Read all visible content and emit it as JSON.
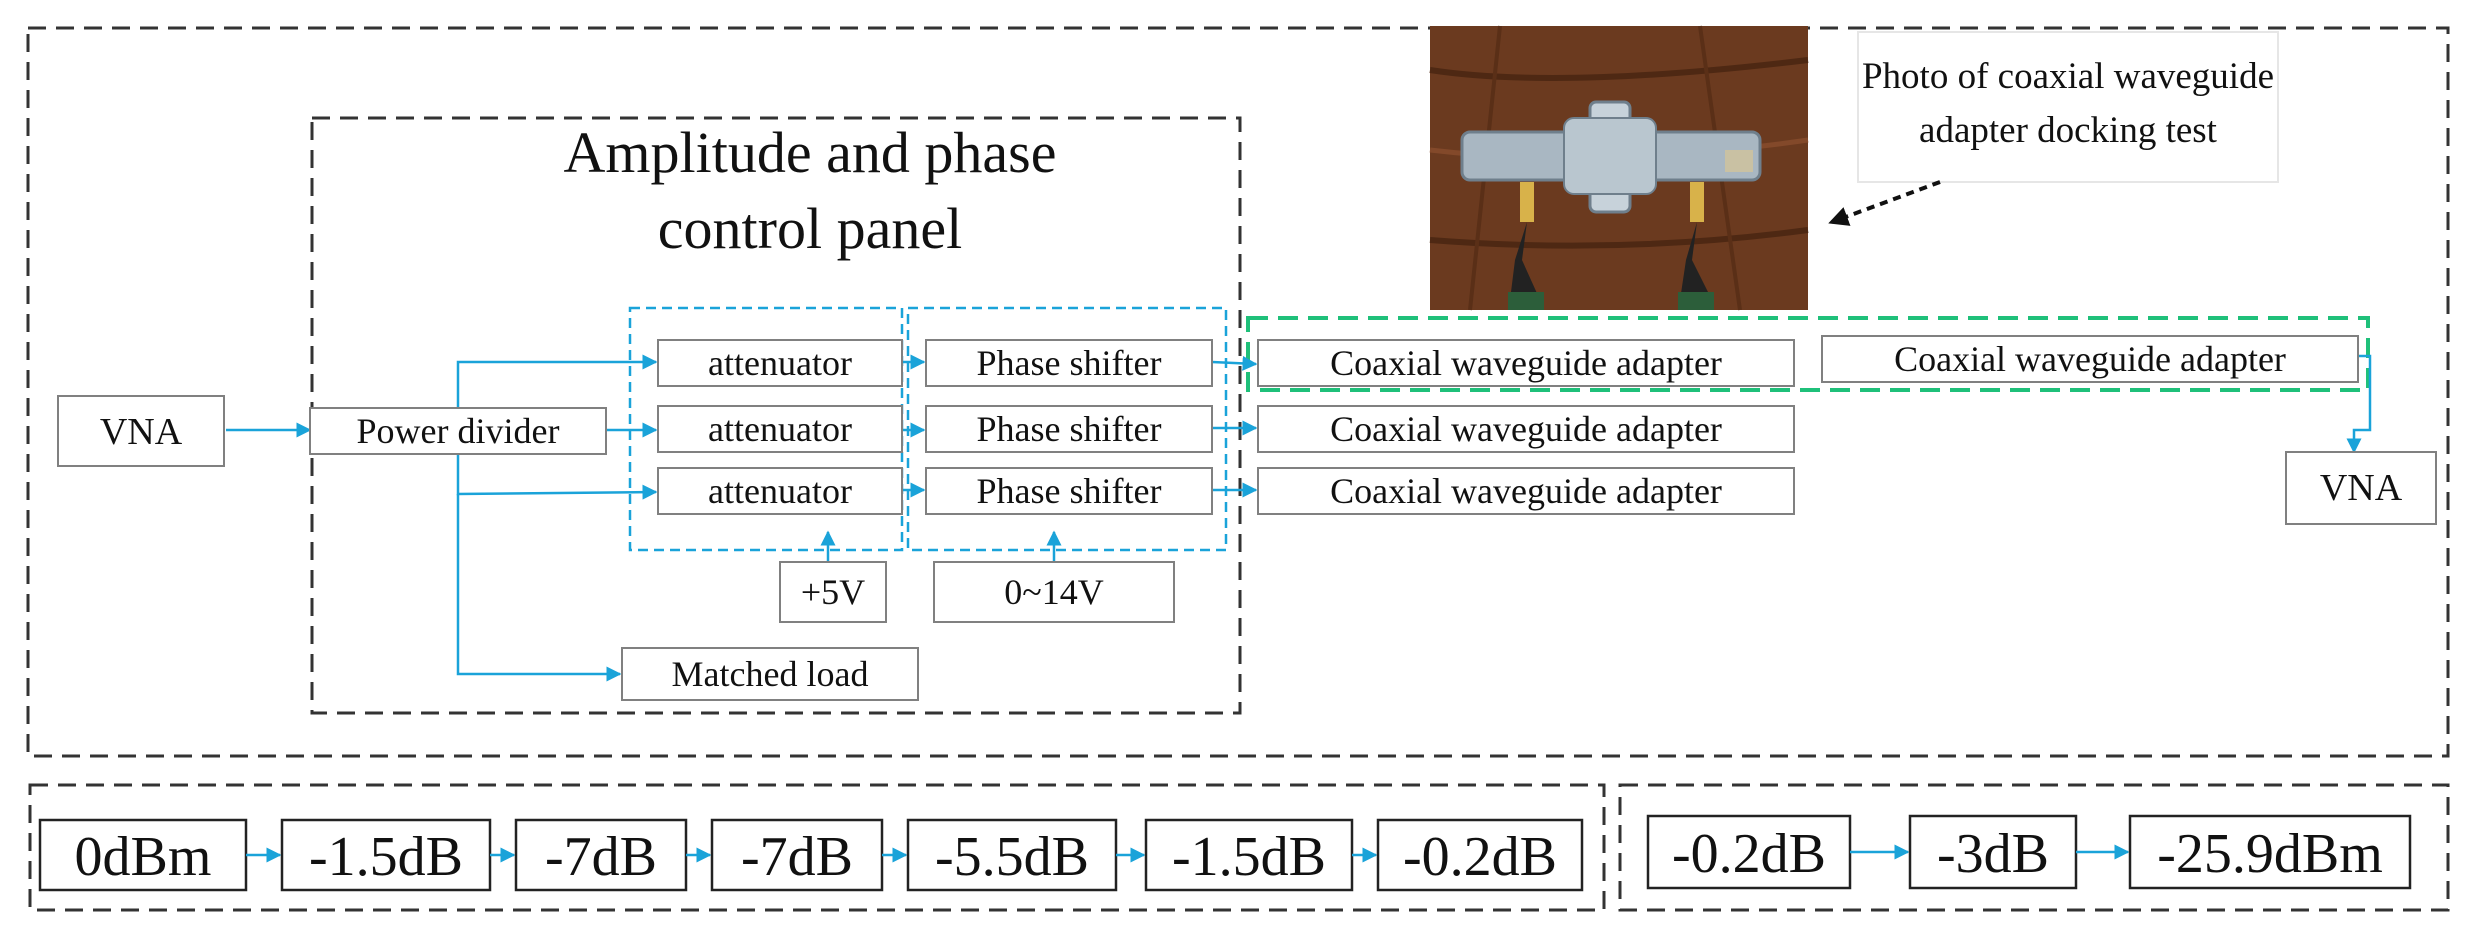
{
  "panel": {
    "title_line1": "Amplitude and phase",
    "title_line2": "control panel"
  },
  "photo": {
    "caption_line1": "Photo of coaxial waveguide",
    "caption_line2": "adapter docking test",
    "description_colors": {
      "wood": "#6b3a1f",
      "metal": "#a9b7c2"
    }
  },
  "blocks": {
    "vna_in": "VNA",
    "power_divider": "Power divider",
    "attenuator": "attenuator",
    "phase_shifter": "Phase shifter",
    "adapter": "Coaxial waveguide adapter",
    "vna_out": "VNA",
    "matched_load": "Matched load",
    "att_voltage": "+5V",
    "ps_voltage": "0~14V"
  },
  "power_chain_left": [
    "0dBm",
    "-1.5dB",
    "-7dB",
    "-7dB",
    "-5.5dB",
    "-1.5dB",
    "-0.2dB"
  ],
  "power_chain_right": [
    "-0.2dB",
    "-3dB",
    "-25.9dBm"
  ],
  "colors": {
    "wire": "#1aa3d9",
    "green_group": "#1fc07a",
    "frame": "#333333"
  }
}
